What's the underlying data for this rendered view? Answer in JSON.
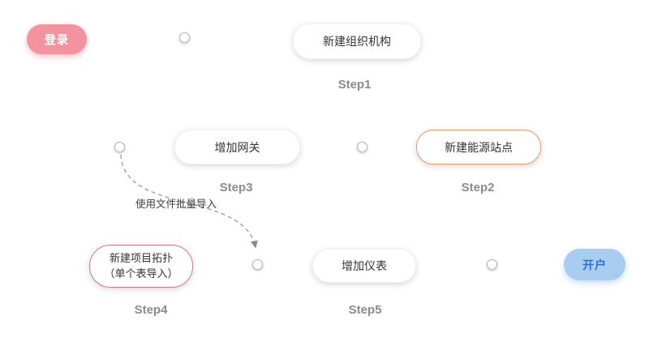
{
  "flow": {
    "start": {
      "label": "登录"
    },
    "end": {
      "label": "开户"
    },
    "edge_label": "使用文件批量导入",
    "steps": [
      {
        "caption": "Step1",
        "label": "新建组织机构"
      },
      {
        "caption": "Step2",
        "label": "新建能源站点"
      },
      {
        "caption": "Step3",
        "label": "增加网关"
      },
      {
        "caption": "Step4",
        "label": "新建项目拓扑",
        "label2": "（单个表导入）"
      },
      {
        "caption": "Step5",
        "label": "增加仪表"
      }
    ]
  },
  "colors": {
    "login_bg": "#f2939e",
    "open_account_bg": "#a9cdf1",
    "open_account_text": "#2a6fd2",
    "step2_border": "#e79a6b",
    "step4_border": "#dd7389",
    "caption_text": "#8b8b8b",
    "edge_stroke": "#9a9a9a"
  }
}
